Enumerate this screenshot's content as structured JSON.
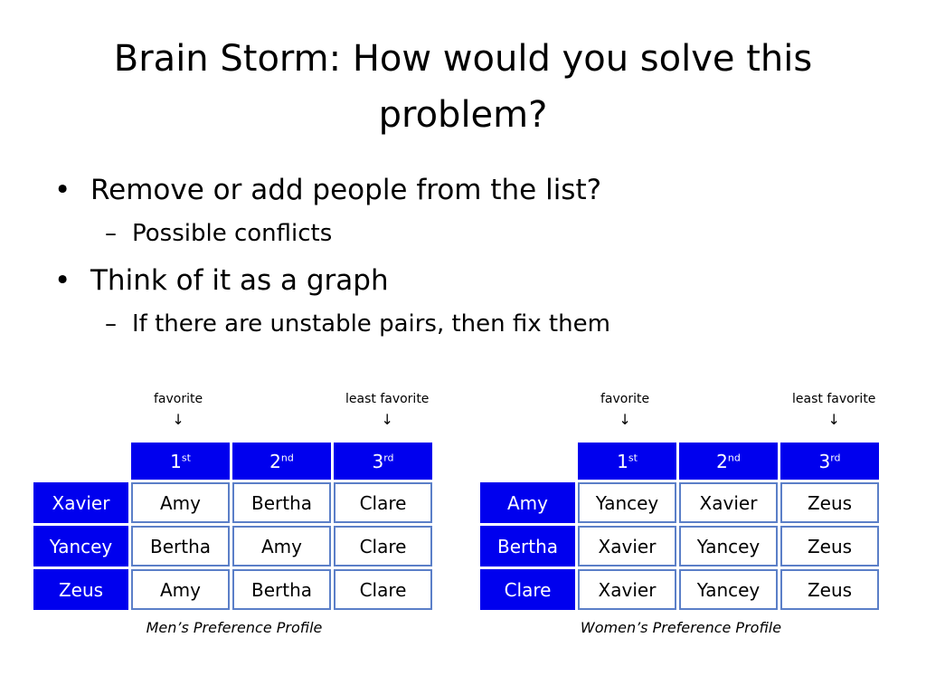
{
  "slide": {
    "title_line1": "Brain Storm: How would you solve this",
    "title_line2": "problem?",
    "bullets": [
      {
        "text": "Remove or add people from the list?",
        "sub": "Possible conflicts"
      },
      {
        "text": "Think of it as a graph",
        "sub": "If there are unstable pairs, then fix them"
      }
    ],
    "bullet_glyph": "•",
    "sub_glyph": "–"
  },
  "annotations": {
    "favorite": "favorite",
    "least_favorite": "least favorite",
    "arrow_glyph": "↓"
  },
  "columns": [
    {
      "num": "1",
      "suffix": "st"
    },
    {
      "num": "2",
      "suffix": "nd"
    },
    {
      "num": "3",
      "suffix": "rd"
    }
  ],
  "men_profile": {
    "caption": "Men’s Preference Profile",
    "rows": [
      {
        "name": "Xavier",
        "prefs": [
          "Amy",
          "Bertha",
          "Clare"
        ]
      },
      {
        "name": "Yancey",
        "prefs": [
          "Bertha",
          "Amy",
          "Clare"
        ]
      },
      {
        "name": "Zeus",
        "prefs": [
          "Amy",
          "Bertha",
          "Clare"
        ]
      }
    ]
  },
  "women_profile": {
    "caption": "Women’s Preference Profile",
    "rows": [
      {
        "name": "Amy",
        "prefs": [
          "Yancey",
          "Xavier",
          "Zeus"
        ]
      },
      {
        "name": "Bertha",
        "prefs": [
          "Xavier",
          "Yancey",
          "Zeus"
        ]
      },
      {
        "name": "Clare",
        "prefs": [
          "Xavier",
          "Yancey",
          "Zeus"
        ]
      }
    ]
  },
  "colors": {
    "header_fill": "#0000ee",
    "cell_border": "#5b7fc8"
  }
}
